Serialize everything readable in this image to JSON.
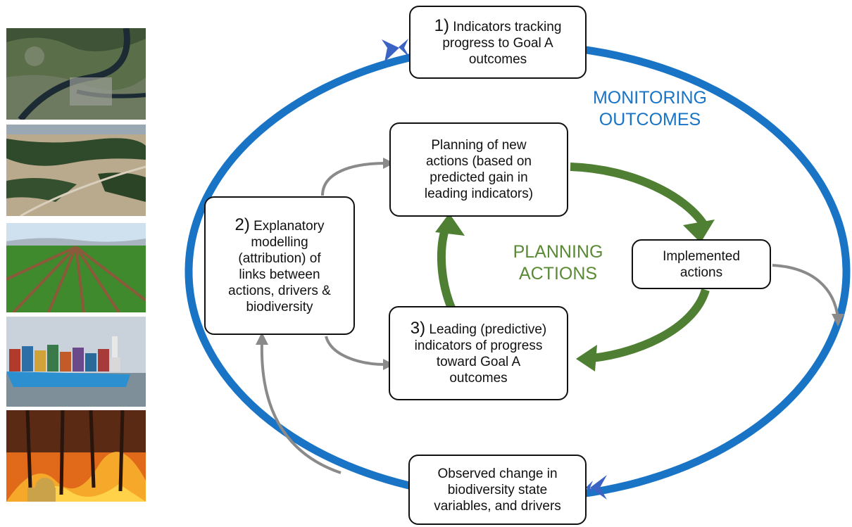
{
  "boxes": {
    "indicators": {
      "number": "1)",
      "text": " Indicators tracking\nprogress to Goal A\noutcomes"
    },
    "planning": {
      "text": "Planning of new\nactions (based on\npredicted gain in\nleading indicators)"
    },
    "explanatory": {
      "number": "2)",
      "text": " Explanatory\nmodelling\n(attribution) of\nlinks between\nactions, drivers &\nbiodiversity"
    },
    "implemented": {
      "text": "Implemented\nactions"
    },
    "leading": {
      "number": "3)",
      "text": " Leading (predictive)\nindicators of progress\ntoward Goal A\noutcomes"
    },
    "observed": {
      "text": "Observed change in\nbiodiversity state\nvariables, and drivers"
    }
  },
  "labels": {
    "monitoring": "MONITORING\nOUTCOMES",
    "planning": "PLANNING\nACTIONS"
  },
  "photos": [
    {
      "icon": "satellite-landscape-photo"
    },
    {
      "icon": "deforestation-photo"
    },
    {
      "icon": "farmland-photo"
    },
    {
      "icon": "container-ship-photo"
    },
    {
      "icon": "wildfire-photo"
    }
  ],
  "colors": {
    "monitoring_cycle": "#1a74c6",
    "planning_cycle": "#4f7f32",
    "connector": "#8a8a8a"
  }
}
